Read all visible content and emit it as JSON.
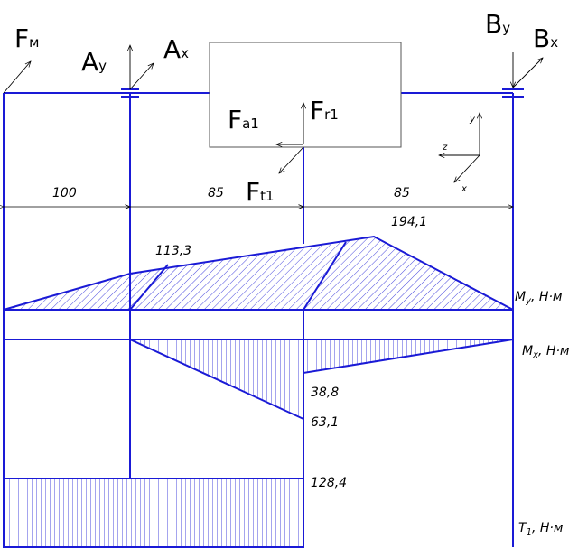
{
  "forces": {
    "fm": {
      "main": "F",
      "sub": "м"
    },
    "ay": {
      "main": "A",
      "sub": "y"
    },
    "ax": {
      "main": "A",
      "sub": "x"
    },
    "by": {
      "main": "B",
      "sub": "y"
    },
    "bx": {
      "main": "B",
      "sub": "x"
    },
    "fa1": {
      "main": "F",
      "sub": "a1"
    },
    "fr1": {
      "main": "F",
      "sub": "r1"
    },
    "ft1": {
      "main": "F",
      "sub": "t1"
    }
  },
  "axes_triad": {
    "y": "y",
    "z": "z",
    "x": "x"
  },
  "dimensions": {
    "d1": "100",
    "d2": "85",
    "d3": "85"
  },
  "diagram_values": {
    "my_a": "113,3",
    "my_peak": "194,1",
    "mx_1": "38,8",
    "mx_2": "63,1",
    "t1": "128,4"
  },
  "diagram_labels": {
    "my": {
      "main": "M",
      "sub": "y",
      "unit": ", Н·м"
    },
    "mx": {
      "main": "M",
      "sub": "x",
      "unit": ", Н·м"
    },
    "t1": {
      "main": "T",
      "sub": "1",
      "unit": ", Н·м"
    }
  },
  "colors": {
    "line": "#1a1ad6",
    "ink": "#000000"
  }
}
